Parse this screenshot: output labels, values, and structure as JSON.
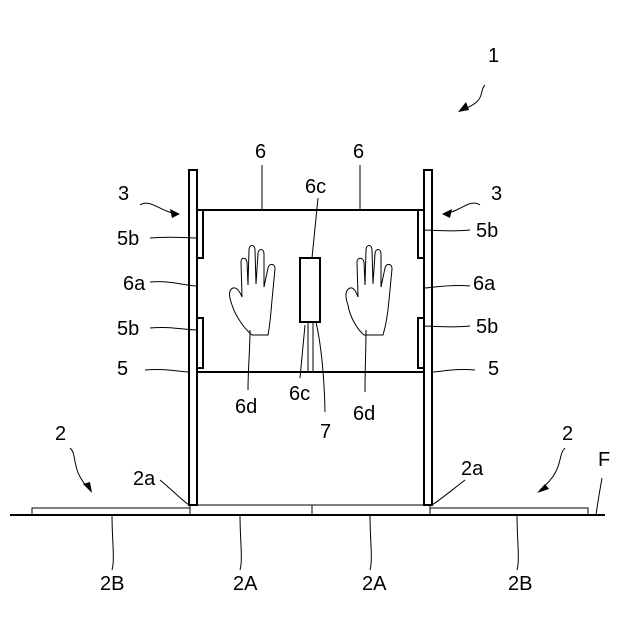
{
  "labels": {
    "fig_ref": "1",
    "panel_left": "6",
    "panel_right": "6",
    "center_top": "6c",
    "center_bottom": "6c",
    "wall_left": "3",
    "wall_right": "3",
    "edge_left_top": "5b",
    "edge_right_top": "5b",
    "window_left": "6a",
    "window_right": "6a",
    "edge_left_bottom": "5b",
    "edge_right_bottom": "5b",
    "post_left": "5",
    "post_right": "5",
    "hand_left": "6d",
    "hand_right": "6d",
    "slot": "7",
    "base_left": "2",
    "base_right": "2",
    "foot_left": "2a",
    "foot_right": "2a",
    "floor": "F",
    "tray_outer_left": "2B",
    "tray_inner_left": "2A",
    "tray_inner_right": "2A",
    "tray_outer_right": "2B"
  }
}
